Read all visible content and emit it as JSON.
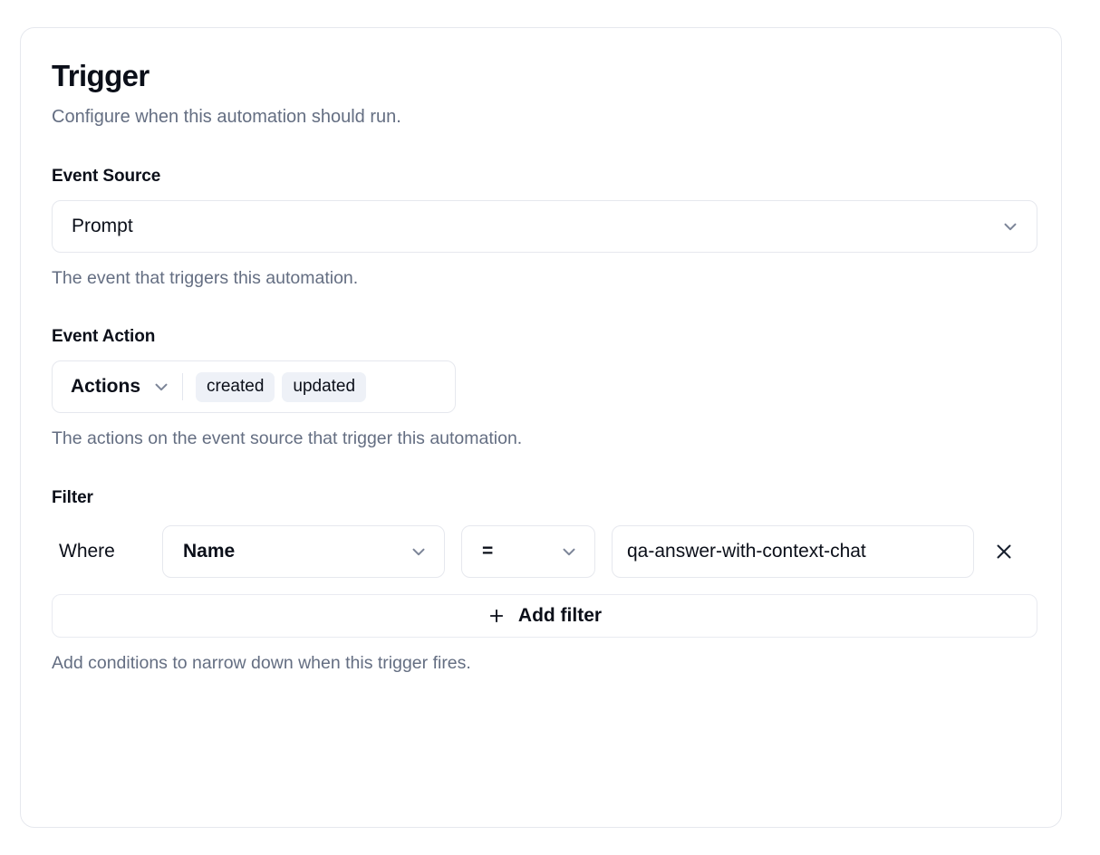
{
  "card": {
    "title": "Trigger",
    "subtitle": "Configure when this automation should run."
  },
  "event_source": {
    "label": "Event Source",
    "selected": "Prompt",
    "help": "The event that triggers this automation.",
    "chevron_icon": "chevron-down-icon"
  },
  "event_action": {
    "label": "Event Action",
    "dropdown_label": "Actions",
    "chips": [
      "created",
      "updated"
    ],
    "help": "The actions on the event source that trigger this automation.",
    "chevron_icon": "chevron-down-icon"
  },
  "filter": {
    "label": "Filter",
    "where_label": "Where",
    "field_value": "Name",
    "operator_value": "=",
    "value": "qa-answer-with-context-chat",
    "remove_icon": "close-icon",
    "add_filter_label": "Add filter",
    "add_filter_icon": "plus-icon",
    "help": "Add conditions to narrow down when this trigger fires."
  },
  "colors": {
    "text_primary": "#0b0f19",
    "text_muted": "#646e82",
    "border": "#e6e8ee",
    "chip_bg": "#eef1f7",
    "chevron": "#7c8598",
    "card_bg": "#ffffff"
  }
}
